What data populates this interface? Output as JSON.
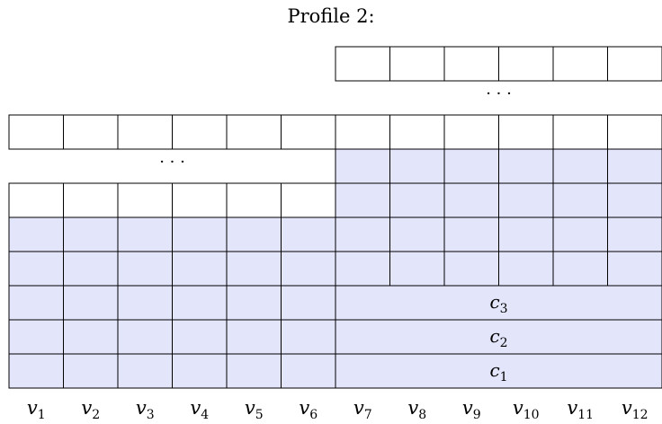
{
  "title": "Profile 2:",
  "ellipsis": "· · ·",
  "colors": {
    "shaded": "#e3e5fb",
    "empty": "#ffffff",
    "line": "#000000"
  },
  "voters": [
    {
      "base": "v",
      "sub": "1"
    },
    {
      "base": "v",
      "sub": "2"
    },
    {
      "base": "v",
      "sub": "3"
    },
    {
      "base": "v",
      "sub": "4"
    },
    {
      "base": "v",
      "sub": "5"
    },
    {
      "base": "v",
      "sub": "6"
    },
    {
      "base": "v",
      "sub": "7"
    },
    {
      "base": "v",
      "sub": "8"
    },
    {
      "base": "v",
      "sub": "9"
    },
    {
      "base": "v",
      "sub": "10"
    },
    {
      "base": "v",
      "sub": "11"
    },
    {
      "base": "v",
      "sub": "12"
    }
  ],
  "candidate_labels": [
    {
      "base": "c",
      "sub": "1"
    },
    {
      "base": "c",
      "sub": "2"
    },
    {
      "base": "c",
      "sub": "3"
    }
  ]
}
